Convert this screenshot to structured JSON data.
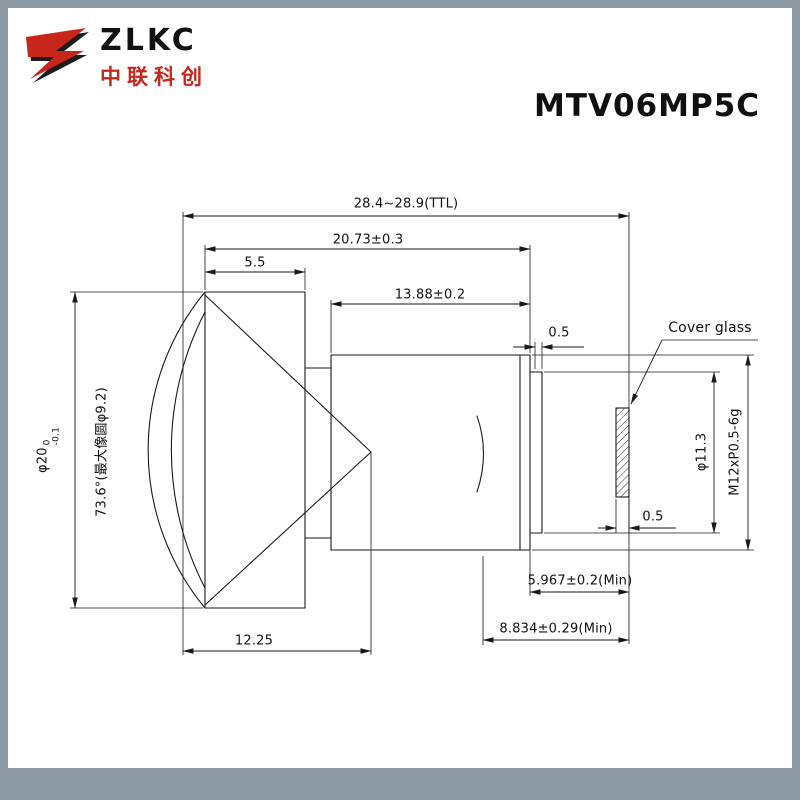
{
  "colors": {
    "background": "#8d9aa4",
    "paper": "#ffffff",
    "line": "#1a1a1a",
    "brand_red": "#c9261b"
  },
  "brand": {
    "name": "ZLKC",
    "chinese": "中联科创"
  },
  "header": {
    "model": "MTV06MP5C"
  },
  "labels": {
    "ttl": "28.4~28.9(TTL)",
    "overall_length": "20.73±0.3",
    "flange_thickness": "5.5",
    "barrel_length": "13.88±0.2",
    "rear_gap": "0.5",
    "cover_glass": "Cover glass",
    "front_diameter": "φ20",
    "front_diameter_tol_upper": "0",
    "front_diameter_tol_lower": "-0.1",
    "field_angle": "73.6°(最大像圆φ9.2)",
    "step_diameter": "φ11.3",
    "thread_spec": "M12xP0.5-6g",
    "glass_thickness": "0.5",
    "bfl_min": "5.967±0.2(Min)",
    "mech_bfl_min": "8.834±0.29(Min)",
    "front_length": "12.25"
  }
}
